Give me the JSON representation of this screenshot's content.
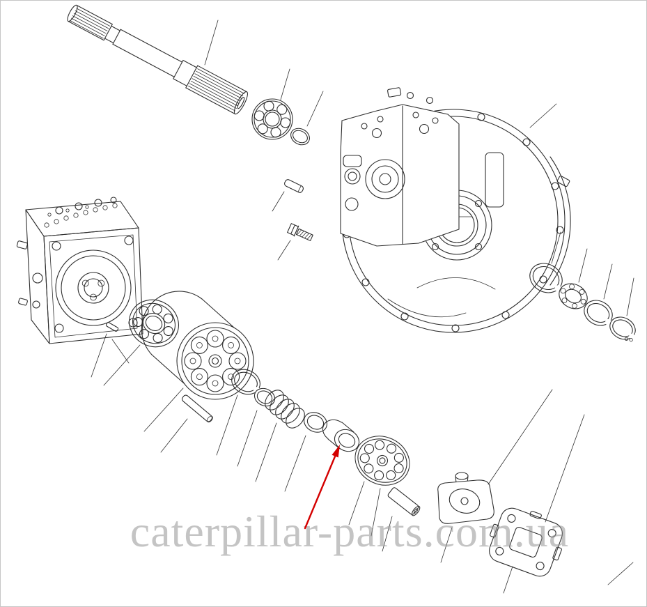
{
  "diagram": {
    "kind": "exploded parts diagram",
    "subject": "hydraulic pump assembly",
    "watermark": "caterpillar-parts.com.ua",
    "highlighted_part": "bushing",
    "colors": {
      "background": "#ffffff",
      "line": "#2e2e2e",
      "highlight_arrow": "#d40000",
      "watermark": "#8f8f8f"
    },
    "parts": [
      "drive shaft",
      "shaft bearing",
      "o-ring",
      "dowel pin",
      "bolt",
      "rear pump housing",
      "small pin",
      "front bearing",
      "cylinder block",
      "block pin",
      "snap ring",
      "washer",
      "spring",
      "spacer ring",
      "bushing",
      "valve plate",
      "piston pin",
      "servo piston support",
      "swash plate",
      "pump case flange",
      "main pump body",
      "top bracket",
      "snap ring",
      "needle bearing",
      "snap ring",
      "retaining ring"
    ]
  }
}
